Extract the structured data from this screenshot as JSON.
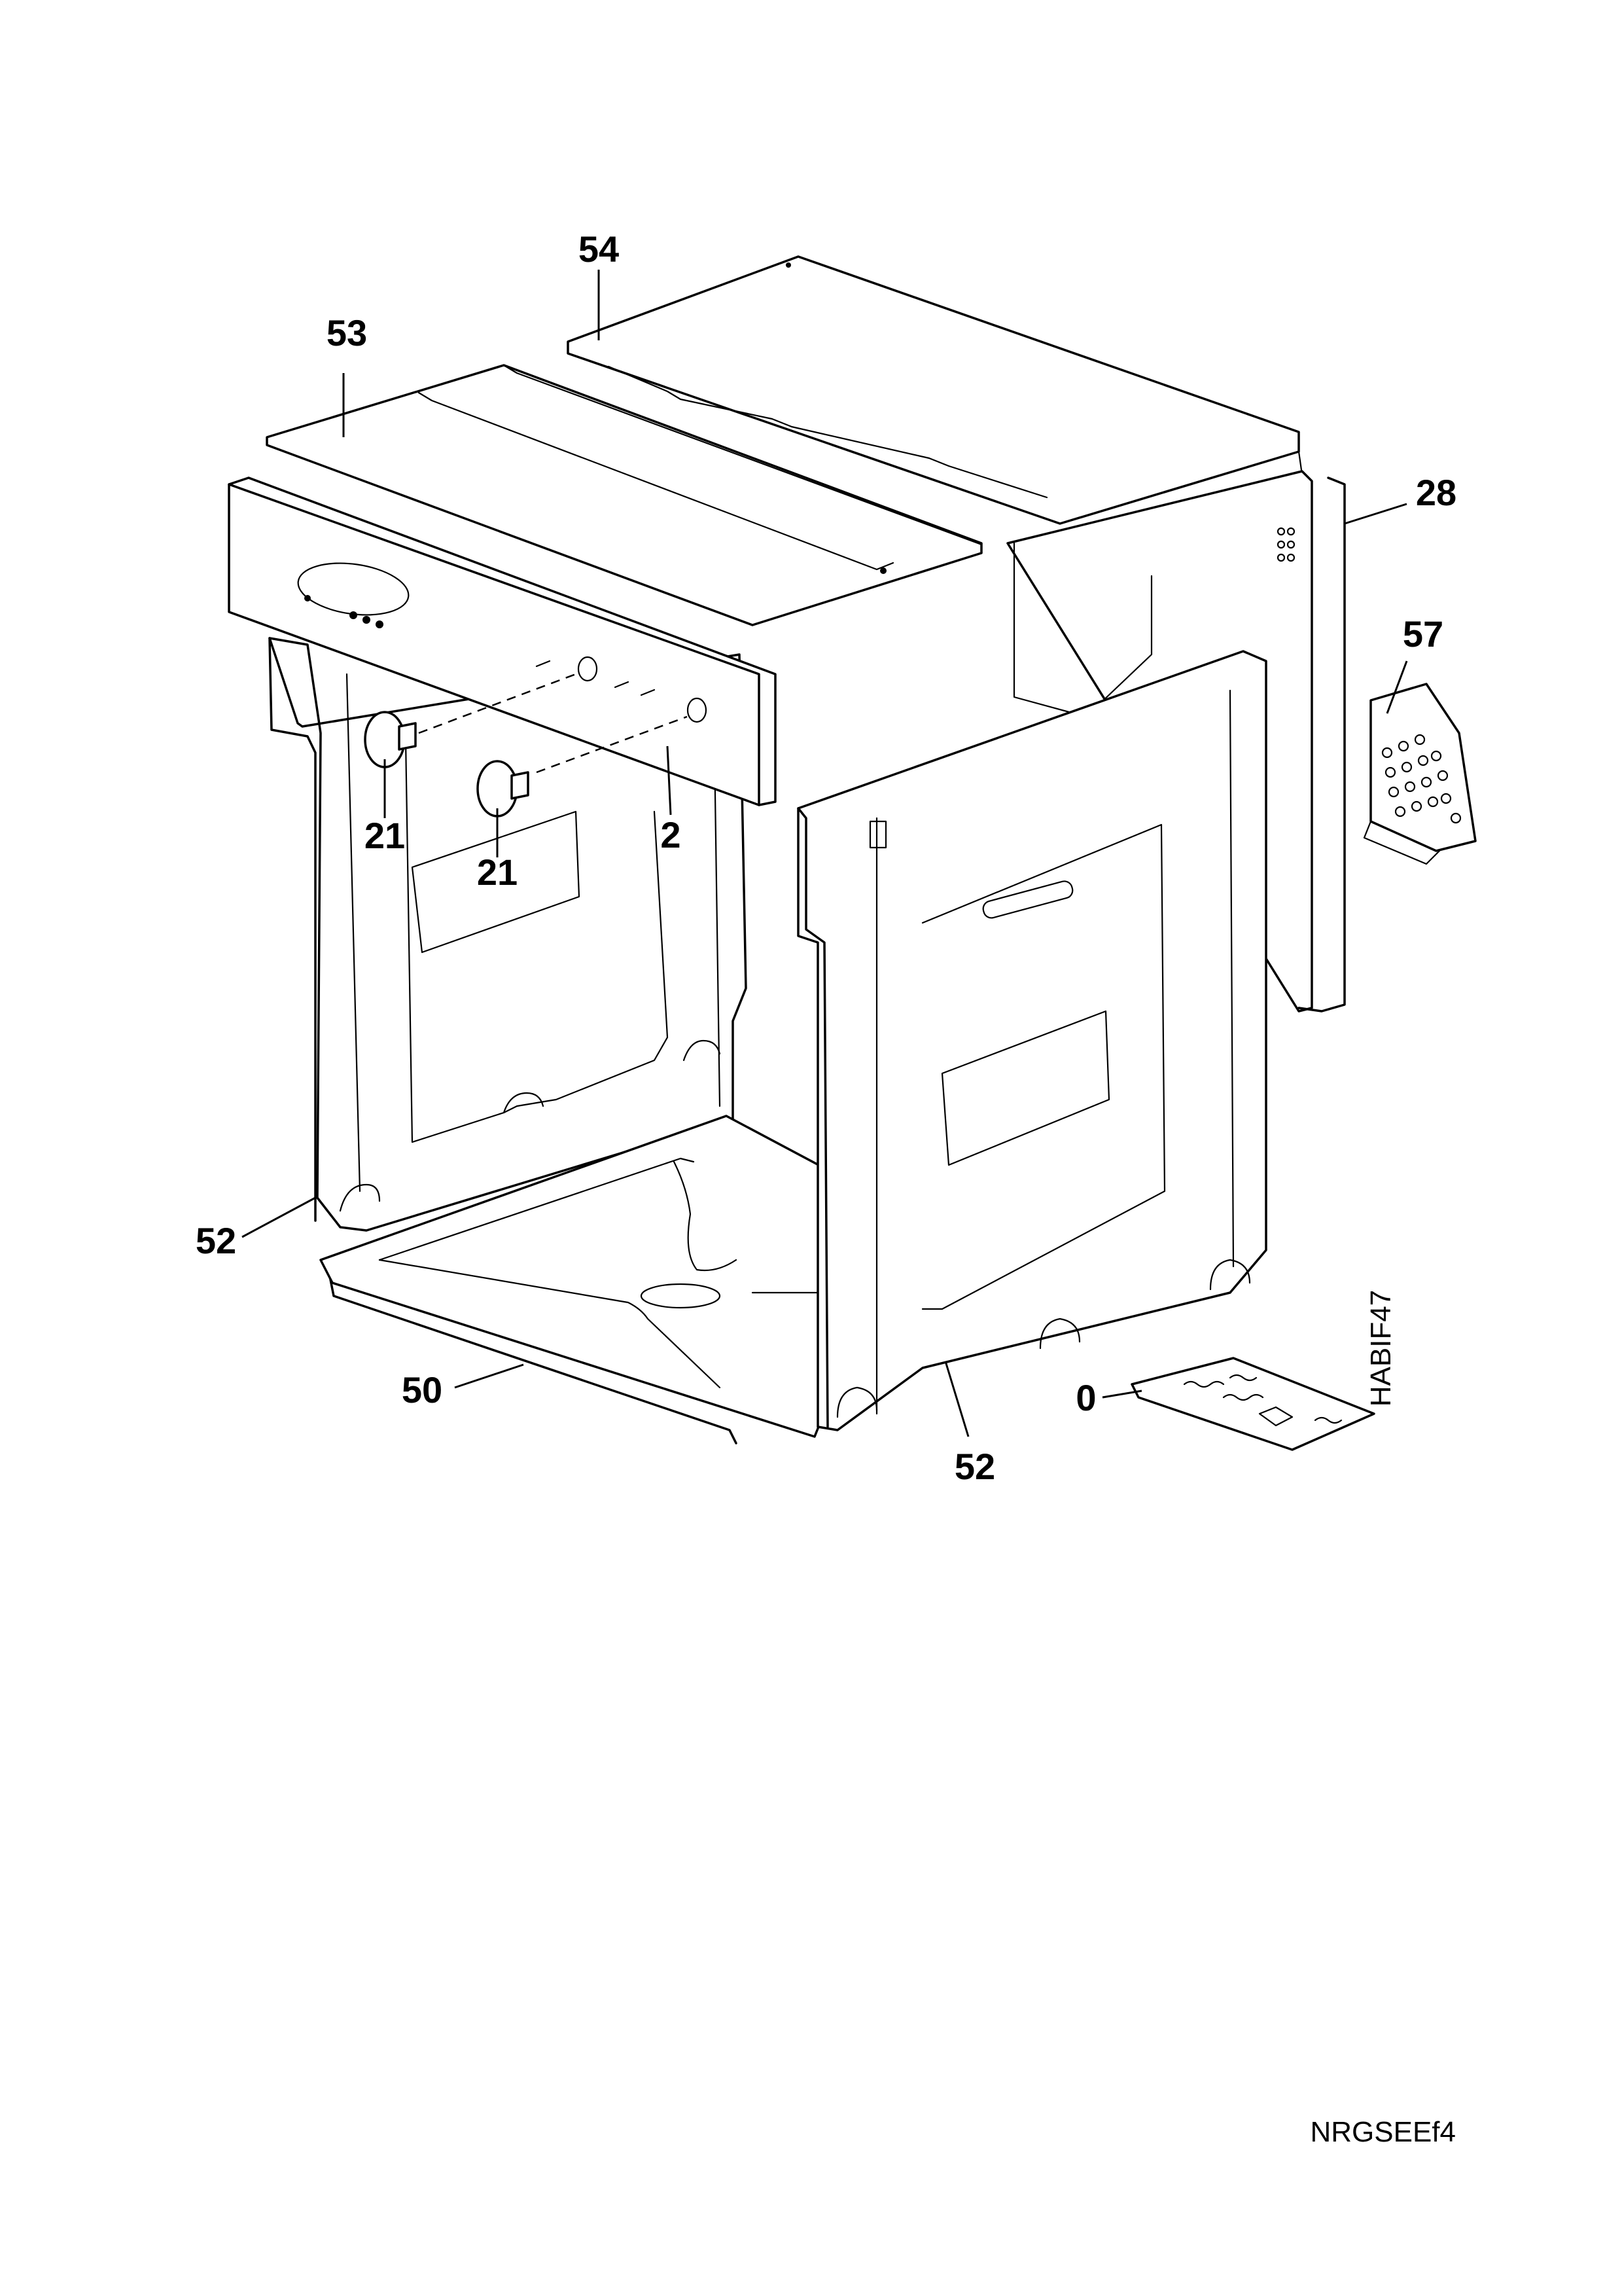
{
  "diagram": {
    "drawing_code": "HABIF47",
    "page_code": "NRGSEEf4",
    "callouts": {
      "top_rear": "54",
      "top_front": "53",
      "rear_panel": "28",
      "vent_grille": "57",
      "knob_left": "21",
      "knob_right": "21",
      "control_panel": "2",
      "side_left": "52",
      "bottom": "50",
      "side_right": "52",
      "manual": "0"
    }
  }
}
